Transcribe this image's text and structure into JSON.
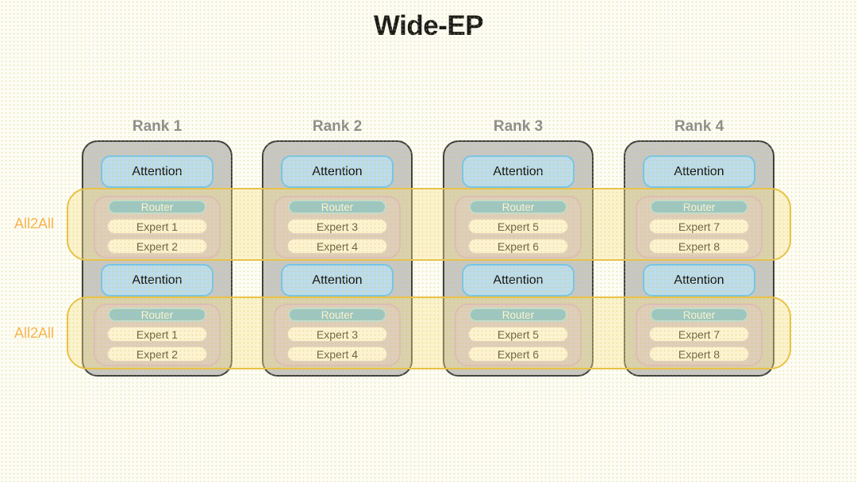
{
  "title": "Wide-EP",
  "bands": [
    {
      "label": "All2All"
    },
    {
      "label": "All2All"
    }
  ],
  "ranks": [
    {
      "label": "Rank 1",
      "layers": [
        {
          "attention": "Attention",
          "router": "Router",
          "experts": [
            "Expert 1",
            "Expert 2"
          ]
        },
        {
          "attention": "Attention",
          "router": "Router",
          "experts": [
            "Expert 1",
            "Expert 2"
          ]
        }
      ]
    },
    {
      "label": "Rank 2",
      "layers": [
        {
          "attention": "Attention",
          "router": "Router",
          "experts": [
            "Expert 3",
            "Expert 4"
          ]
        },
        {
          "attention": "Attention",
          "router": "Router",
          "experts": [
            "Expert 3",
            "Expert 4"
          ]
        }
      ]
    },
    {
      "label": "Rank 3",
      "layers": [
        {
          "attention": "Attention",
          "router": "Router",
          "experts": [
            "Expert 5",
            "Expert 6"
          ]
        },
        {
          "attention": "Attention",
          "router": "Router",
          "experts": [
            "Expert 5",
            "Expert 6"
          ]
        }
      ]
    },
    {
      "label": "Rank 4",
      "layers": [
        {
          "attention": "Attention",
          "router": "Router",
          "experts": [
            "Expert 7",
            "Expert 8"
          ]
        },
        {
          "attention": "Attention",
          "router": "Router",
          "experts": [
            "Expert 7",
            "Expert 8"
          ]
        }
      ]
    }
  ],
  "colors": {
    "title_text": "#1A1A1A",
    "band_stroke": "#E9C246",
    "band_fill": "#FAE38C",
    "all2all_text": "#F8B44C",
    "rank_fill": "#C7C7C5",
    "rank_border": "#3F3F3F",
    "rank_label_text": "#8C8C8C",
    "attention_fill": "#BCDCEC",
    "attention_border": "#74C5EA",
    "group_fill": "#CEC2D8",
    "group_border": "#CCA7D0",
    "router_fill": "#62B5E6",
    "router_border": "#A5D8F3",
    "expert_fill": "#FFFDFC",
    "expert_border": "#DCCFDA"
  }
}
